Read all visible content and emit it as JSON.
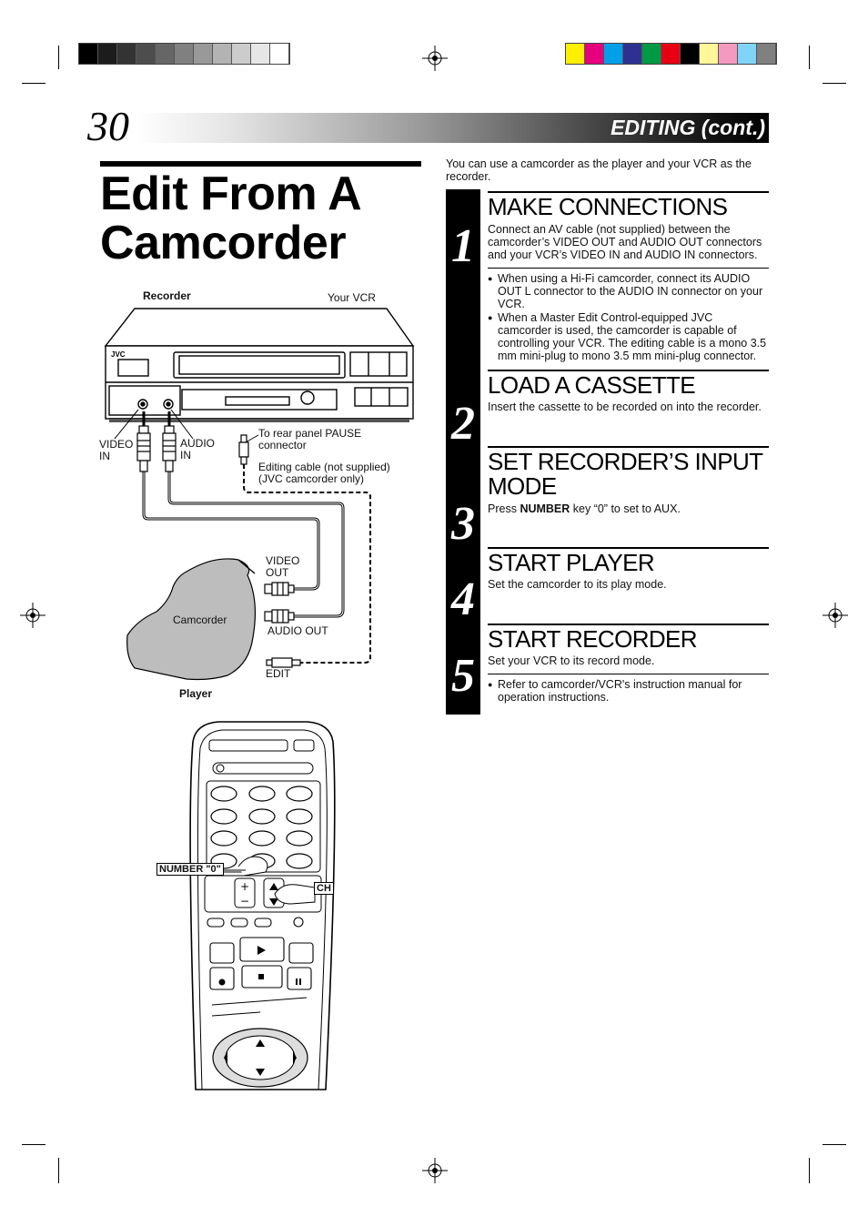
{
  "header": {
    "page_number": "30",
    "section": "EDITING (cont.)"
  },
  "title": "Edit From A Camcorder",
  "intro": "You can use a camcorder as the player and your VCR as the recorder.",
  "steps": [
    {
      "number": "1",
      "heading": "MAKE CONNECTIONS",
      "text": "Connect an AV cable (not supplied) between the camcorder’s VIDEO OUT and AUDIO OUT connectors and your VCR’s VIDEO IN and AUDIO IN connectors.",
      "notes": [
        "When using a Hi-Fi camcorder, connect its AUDIO OUT L connector to the AUDIO IN connector on your VCR.",
        "When a Master Edit Control-equipped JVC camcorder is used, the camcorder is capable of controlling your VCR. The editing cable is a mono 3.5 mm mini-plug to mono 3.5 mm mini-plug connector."
      ]
    },
    {
      "number": "2",
      "heading": "LOAD A CASSETTE",
      "text": "Insert the cassette to be recorded on into the recorder."
    },
    {
      "number": "3",
      "heading": "SET RECORDER’S INPUT MODE",
      "text_pre": "Press ",
      "text_key": "NUMBER",
      "text_post": " key “0” to set to AUX."
    },
    {
      "number": "4",
      "heading": "START PLAYER",
      "text": "Set the camcorder to its play mode."
    },
    {
      "number": "5",
      "heading": "START RECORDER",
      "text": "Set your VCR to its record mode.",
      "notes": [
        "Refer to camcorder/VCR's instruction manual for operation instructions."
      ]
    }
  ],
  "diagram": {
    "recorder_label": "Recorder",
    "vcr_label": "Your VCR",
    "brand": "JVC",
    "video_in": "VIDEO IN",
    "audio_in": "AUDIO IN",
    "pause_connector": "To rear panel PAUSE connector",
    "editing_cable": "Editing cable (not supplied) (JVC camcorder only)",
    "video_out": "VIDEO OUT",
    "audio_out": "AUDIO OUT",
    "edit": "EDIT",
    "camcorder": "Camcorder",
    "player_label": "Player"
  },
  "remote": {
    "number_callout": "NUMBER \"0\"",
    "ch_callout": "CH"
  },
  "colors": {
    "calibration_gray": [
      "#000000",
      "#1c1c1c",
      "#333333",
      "#4d4d4d",
      "#666666",
      "#808080",
      "#999999",
      "#b3b3b3",
      "#cccccc",
      "#e6e6e6",
      "#ffffff"
    ],
    "calibration_color": [
      "#ffef00",
      "#e6007e",
      "#00a0e9",
      "#2e3192",
      "#009944",
      "#e60012",
      "#000000",
      "#fff799",
      "#f49ac1",
      "#7fd4f7",
      "#808080"
    ]
  }
}
